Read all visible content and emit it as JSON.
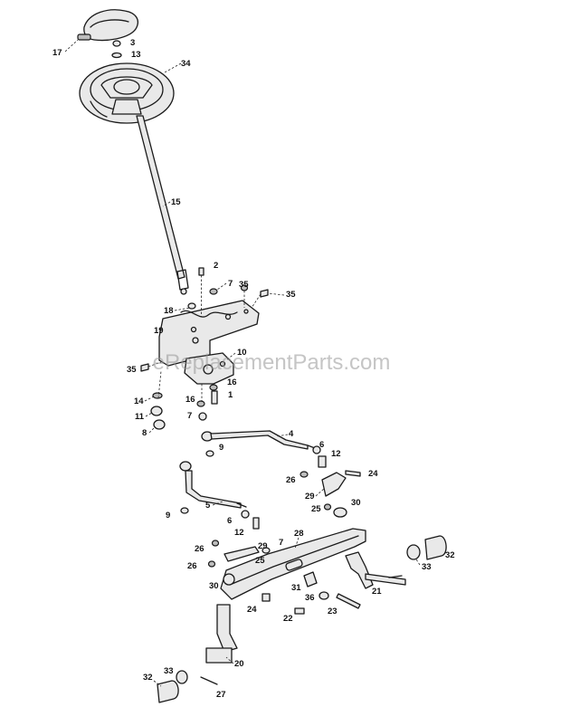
{
  "watermark": "eReplacementParts.com",
  "callouts": [
    {
      "id": "c17a",
      "text": "17"
    },
    {
      "id": "c3",
      "text": "3"
    },
    {
      "id": "c13",
      "text": "13"
    },
    {
      "id": "c34",
      "text": "34"
    },
    {
      "id": "c15",
      "text": "15"
    },
    {
      "id": "c2",
      "text": "2"
    },
    {
      "id": "c7a",
      "text": "7"
    },
    {
      "id": "c35a",
      "text": "35"
    },
    {
      "id": "c35b",
      "text": "35"
    },
    {
      "id": "c18",
      "text": "18"
    },
    {
      "id": "c19",
      "text": "19"
    },
    {
      "id": "c10",
      "text": "10"
    },
    {
      "id": "c35c",
      "text": "35"
    },
    {
      "id": "c16a",
      "text": "16"
    },
    {
      "id": "c14",
      "text": "14"
    },
    {
      "id": "c16b",
      "text": "16"
    },
    {
      "id": "c1",
      "text": "1"
    },
    {
      "id": "c11",
      "text": "11"
    },
    {
      "id": "c7b",
      "text": "7"
    },
    {
      "id": "c8",
      "text": "8"
    },
    {
      "id": "c4",
      "text": "4"
    },
    {
      "id": "c6a",
      "text": "6"
    },
    {
      "id": "c12a",
      "text": "12"
    },
    {
      "id": "c9a",
      "text": "9"
    },
    {
      "id": "c26a",
      "text": "26"
    },
    {
      "id": "c24a",
      "text": "24"
    },
    {
      "id": "c29a",
      "text": "29"
    },
    {
      "id": "c30a",
      "text": "30"
    },
    {
      "id": "c25a",
      "text": "25"
    },
    {
      "id": "c5",
      "text": "5"
    },
    {
      "id": "c9b",
      "text": "9"
    },
    {
      "id": "c6b",
      "text": "6"
    },
    {
      "id": "c12b",
      "text": "12"
    },
    {
      "id": "c28",
      "text": "28"
    },
    {
      "id": "c26b",
      "text": "26"
    },
    {
      "id": "c29b",
      "text": "29"
    },
    {
      "id": "c7c",
      "text": "7"
    },
    {
      "id": "c25b",
      "text": "25"
    },
    {
      "id": "c26c",
      "text": "26"
    },
    {
      "id": "c32a",
      "text": "32"
    },
    {
      "id": "c33a",
      "text": "33"
    },
    {
      "id": "c30b",
      "text": "30"
    },
    {
      "id": "c31",
      "text": "31"
    },
    {
      "id": "c21",
      "text": "21"
    },
    {
      "id": "c36",
      "text": "36"
    },
    {
      "id": "c24b",
      "text": "24"
    },
    {
      "id": "c22",
      "text": "22"
    },
    {
      "id": "c23",
      "text": "23"
    },
    {
      "id": "c20",
      "text": "20"
    },
    {
      "id": "c32b",
      "text": "32"
    },
    {
      "id": "c33b",
      "text": "33"
    },
    {
      "id": "c27",
      "text": "27"
    }
  ]
}
